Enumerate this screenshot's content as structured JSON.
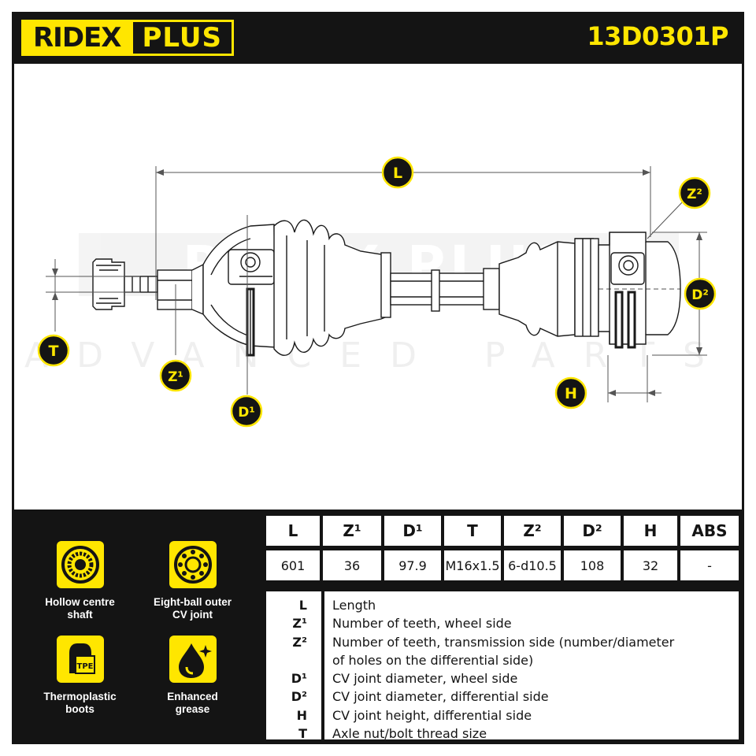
{
  "brand": {
    "name_part1": "RIDEX",
    "name_part2": "PLUS",
    "watermark_line1": "RIDEX PLUS",
    "watermark_line2": "ADVANCED PARTS"
  },
  "part_number": "13D0301P",
  "drawing": {
    "dimension_labels": {
      "L": "L",
      "Z2": "Z²",
      "D2": "D²",
      "T": "T",
      "Z1": "Z¹",
      "D1": "D¹",
      "H": "H"
    }
  },
  "features": [
    {
      "icon": "hollow-shaft-icon",
      "label_line1": "Hollow centre",
      "label_line2": "shaft"
    },
    {
      "icon": "eight-ball-joint-icon",
      "label_line1": "Eight-ball outer",
      "label_line2": "CV joint"
    },
    {
      "icon": "tpe-boot-icon",
      "icon_text": "TPE",
      "label_line1": "Thermoplastic",
      "label_line2": "boots"
    },
    {
      "icon": "grease-drop-icon",
      "label_line1": "Enhanced",
      "label_line2": "grease"
    }
  ],
  "spec_table": {
    "headers": [
      "L",
      "Z¹",
      "D¹",
      "T",
      "Z²",
      "D²",
      "H",
      "ABS"
    ],
    "values": [
      "601",
      "36",
      "97.9",
      "M16x1.5",
      "6-d10.5",
      "108",
      "32",
      "-"
    ]
  },
  "legend": [
    {
      "key": "L",
      "text": "Length"
    },
    {
      "key": "Z¹",
      "text": "Number of teeth, wheel side"
    },
    {
      "key": "Z²",
      "text": "Number of teeth, transmission side (number/diameter"
    },
    {
      "key": "",
      "text": "of holes on the differential side)"
    },
    {
      "key": "D¹",
      "text": "CV joint diameter, wheel side"
    },
    {
      "key": "D²",
      "text": "CV joint diameter, differential side"
    },
    {
      "key": "H",
      "text": "CV joint height, differential side"
    },
    {
      "key": "T",
      "text": "Axle nut/bolt thread size"
    }
  ],
  "colors": {
    "accent": "#ffe600",
    "dark": "#141414",
    "line": "#1a1a1a"
  }
}
